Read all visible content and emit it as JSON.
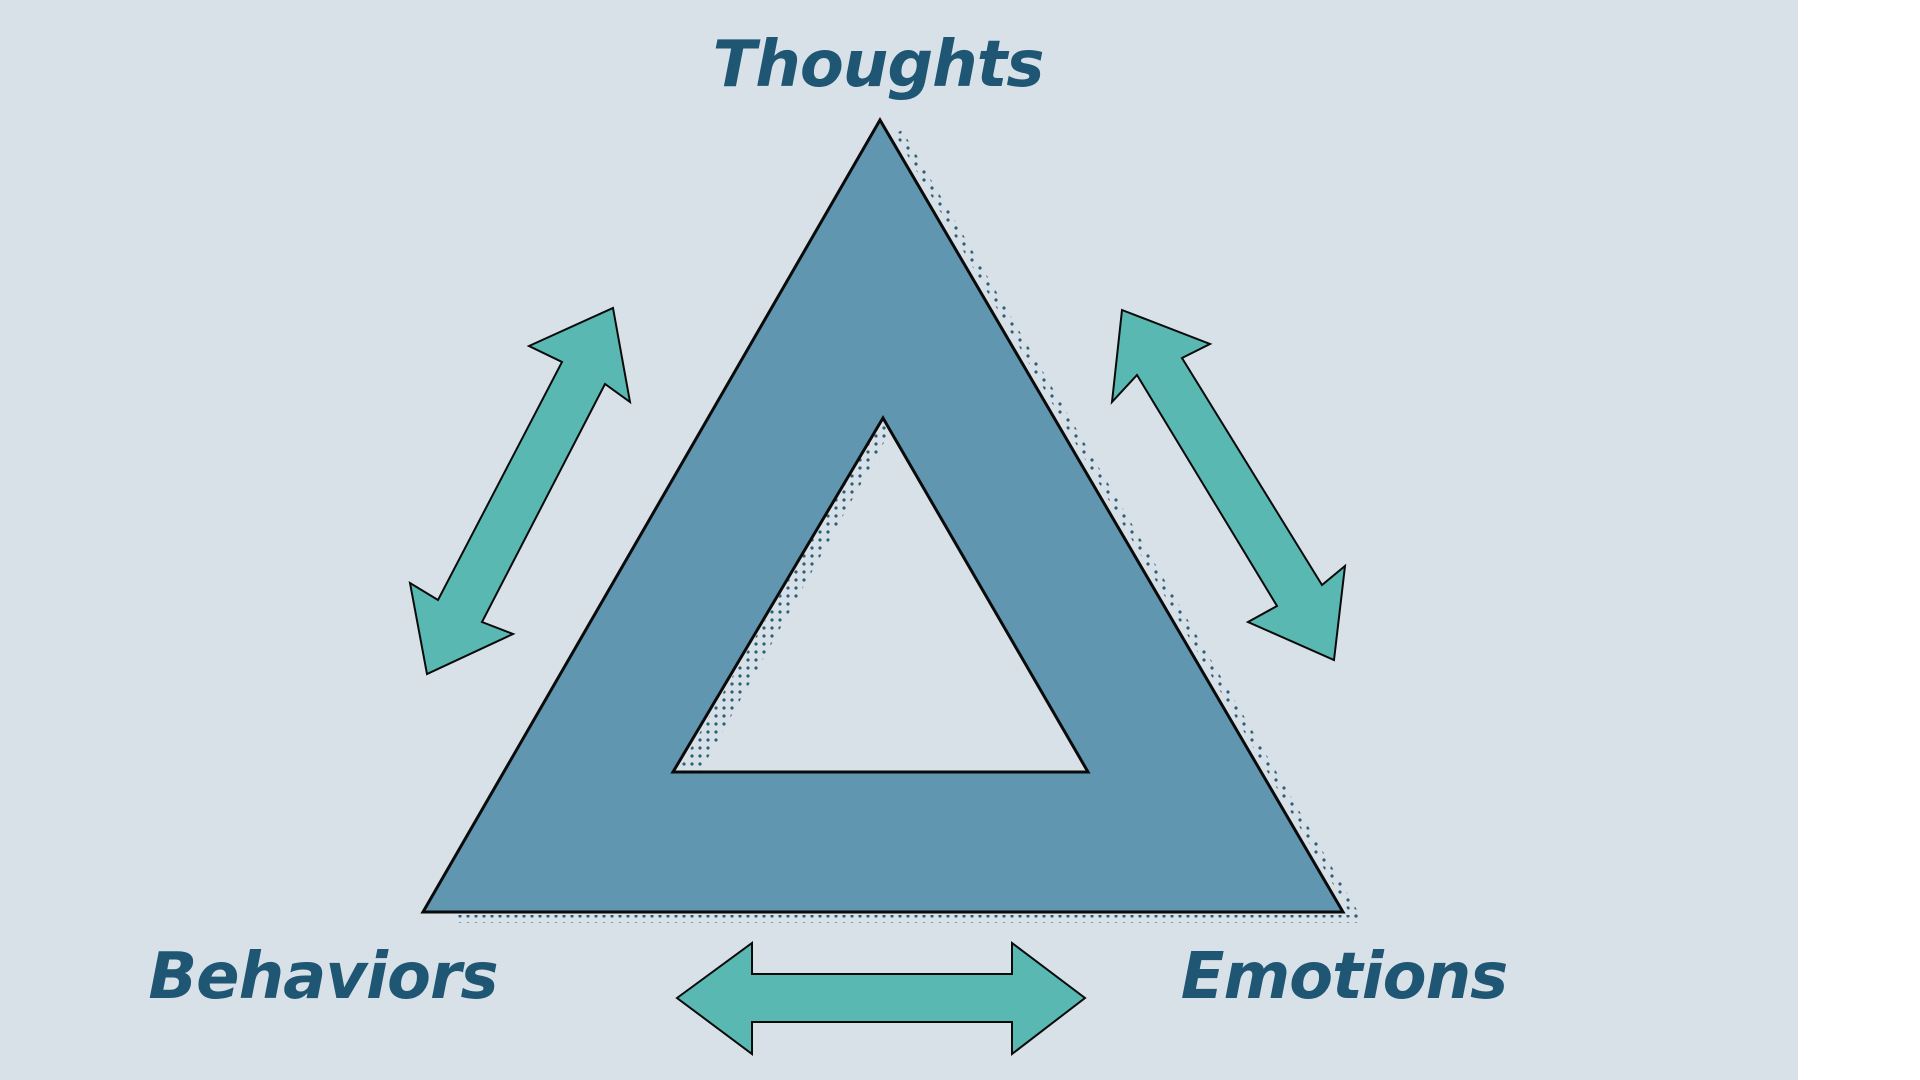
{
  "colors": {
    "background": "#d8e1e7",
    "page": "#ffffff",
    "triangle_fill": "#6096b0",
    "arrow_fill": "#5ab8b2",
    "outline": "#0a0a0a",
    "label": "#1e5674",
    "dots": "#2e5f7a"
  },
  "diagram": {
    "top_label": "Thoughts",
    "left_label": "Behaviors",
    "right_label": "Emotions"
  },
  "arrows": [
    {
      "name": "thoughts-behaviors-arrow",
      "direction": "bidirectional"
    },
    {
      "name": "thoughts-emotions-arrow",
      "direction": "bidirectional"
    },
    {
      "name": "behaviors-emotions-arrow",
      "direction": "bidirectional"
    }
  ]
}
